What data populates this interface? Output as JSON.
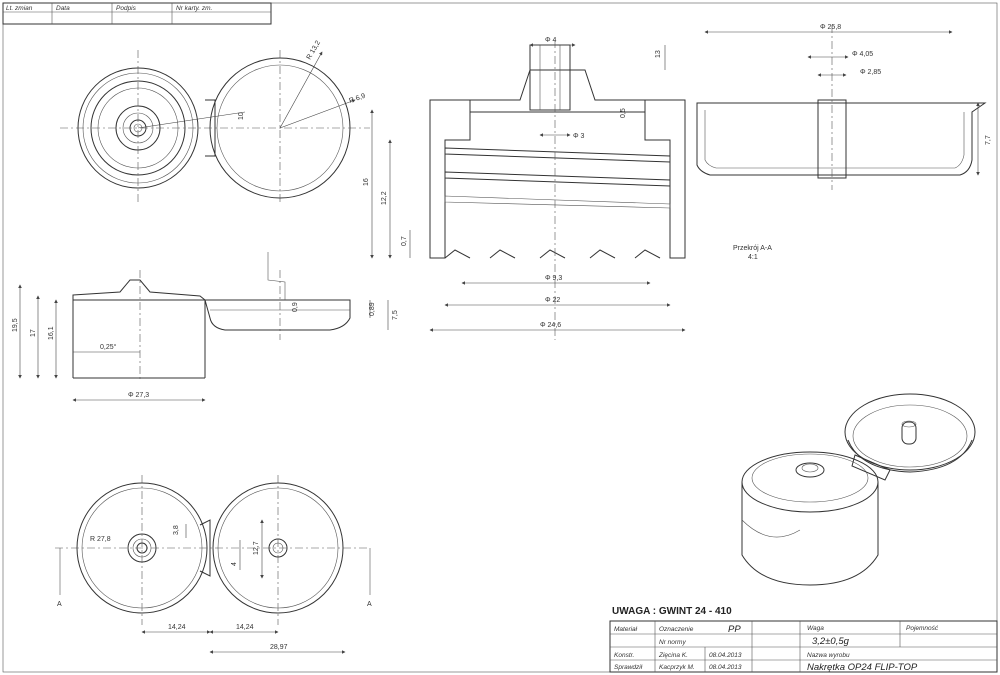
{
  "revision_header": {
    "col1": "Lt. zmian",
    "col2": "Data",
    "col3": "Podpis",
    "col4": "Nr karty. zm."
  },
  "dimensions": {
    "front_r1": "R 13,2",
    "front_r2": "R 6,9",
    "front_small": "10",
    "sec_d4": "Φ 4",
    "sec_13": "13",
    "sec_05": "0,5",
    "sec_d3": "Φ 3",
    "sec_h16": "16",
    "sec_h122": "12,2",
    "sec_h07": "0,7",
    "sec_d93": "Φ 9,3",
    "sec_d22": "Φ 22",
    "sec_d246": "Φ 24,6",
    "lid_d258": "Φ 25,8",
    "lid_d405": "Φ 4,05",
    "lid_d285": "Φ 2,85",
    "lid_h77": "7,7",
    "side_h195": "19,5",
    "side_h17": "17",
    "side_h161": "16,1",
    "side_r025": "0,25°",
    "side_d273": "Φ 27,3",
    "side_09": "0,9",
    "side_089": "0,89",
    "side_75": "7,5",
    "bot_r278": "R 27,8",
    "bot_38": "3,8",
    "bot_127": "12,7",
    "bot_4": "4",
    "bot_1424a": "14,24",
    "bot_1424b": "14,24",
    "bot_2897": "28,97",
    "section_mark_a1": "A",
    "section_mark_a2": "A"
  },
  "section_label": {
    "line1": "Przekrój A-A",
    "line2": "4:1"
  },
  "note": "UWAGA : GWINT 24 - 410",
  "title_block": {
    "material_label": "Materiał",
    "material_value": "PP",
    "designation_label": "Oznaczenie",
    "norm_label": "Nr normy",
    "weight_label": "Waga",
    "weight_value": "3,2±0,5g",
    "capacity_label": "Pojemność",
    "product_name_label": "Nazwa wyrobu",
    "product_name": "Nakrętka OP24 FLIP-TOP",
    "designed_label": "Konstr.",
    "designed_by": "Zięcina K.",
    "designed_date": "08.04.2013",
    "checked_label": "Sprawdził",
    "checked_by": "Kacprzyk M.",
    "checked_date": "08.04.2013"
  }
}
